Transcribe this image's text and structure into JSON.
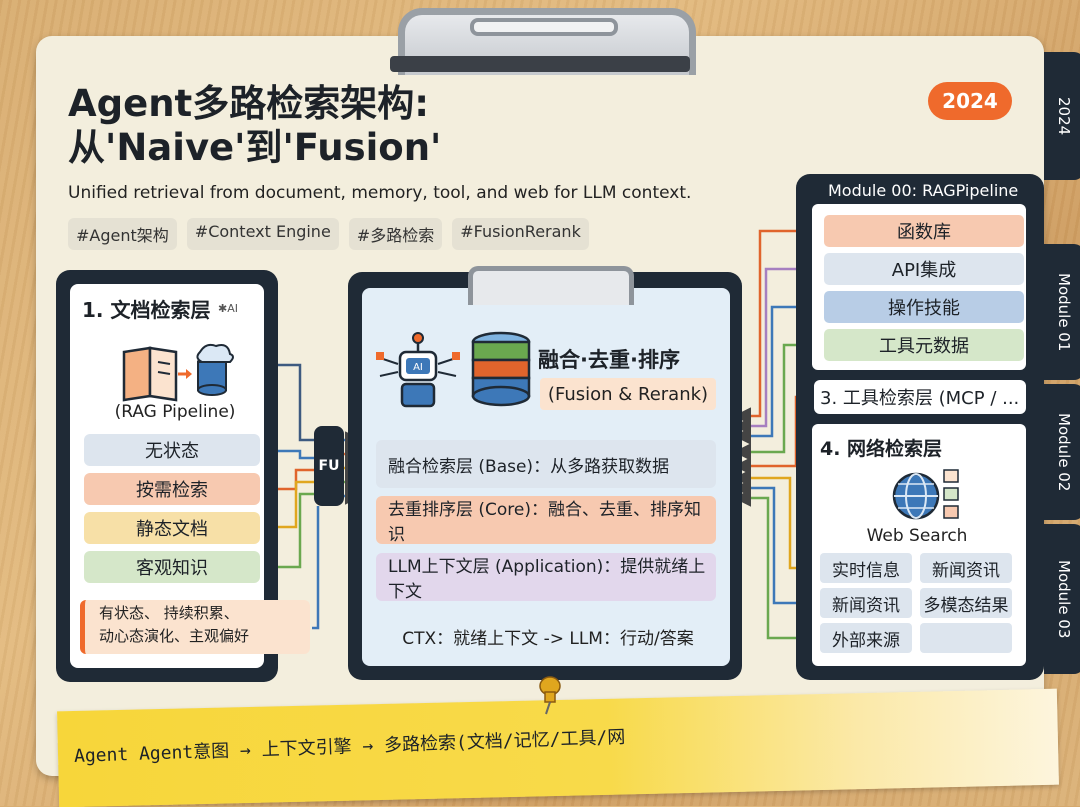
{
  "header": {
    "title_line1": "Agent多路检索架构:",
    "title_line2": "从'Naive'到'Fusion'",
    "year": "2024",
    "subtitle": "Unified retrieval from document, memory, tool, and web for LLM context.",
    "tags": [
      "#Agent架构",
      "#Context Engine",
      "#多路检索",
      "#FusionRerank"
    ]
  },
  "side_tabs": [
    "2024",
    "Module 01",
    "Module 02",
    "Module 03"
  ],
  "left": {
    "title": "1. 文档检索层",
    "ai_mark": "✱AI",
    "pipeline_label": "(RAG Pipeline)",
    "items": [
      {
        "label": "无状态",
        "color": "#dde5ee"
      },
      {
        "label": "按需检索",
        "color": "#f7c9b0"
      },
      {
        "label": "静态文档",
        "color": "#f7e0a7"
      },
      {
        "label": "客观知识",
        "color": "#d5e7c9"
      }
    ],
    "note_line1": "有状态、     持续积累、",
    "note_line2": "动心态演化、主观偏好"
  },
  "fu_label": "FU",
  "center": {
    "title": "融合·去重·排序",
    "subtitle": "(Fusion & Rerank)",
    "ai_chip": "AI",
    "layers": [
      {
        "label": "融合检索层 (Base)：从多路获取数据",
        "color": "#dde5ee"
      },
      {
        "label": "去重排序层 (Core)：融合、去重、排序知识",
        "color": "#f7c9b0"
      },
      {
        "label": "LLM上下文层 (Application)：提供就绪上下文",
        "color": "#e2d7ec"
      }
    ],
    "ctx": "CTX：就绪上下文 -> LLM：行动/答案"
  },
  "right": {
    "module_label": "Module 00: RAGPipeline",
    "tool_items": [
      {
        "label": "函数库",
        "color": "#f7c9b0"
      },
      {
        "label": "API集成",
        "color": "#dde5ee"
      },
      {
        "label": "操作技能",
        "color": "#b8cde6"
      },
      {
        "label": "工具元数据",
        "color": "#d5e7c9"
      }
    ],
    "section3": "3. 工具检索层 (MCP / ...",
    "section4": "4. 网络检索层",
    "web_label": "Web Search",
    "grid": [
      "实时信息",
      "新闻资讯",
      "新闻资讯",
      "多模态结果",
      "外部来源",
      ""
    ]
  },
  "footer": {
    "text": "Agent Agent意图 → 上下文引擎 → 多路检索(文档/记忆/工具/网"
  },
  "colors": {
    "dark": "#1f2a36",
    "accent": "#ef6a2c",
    "board": "#f3eedd",
    "sticky": "#f7d63a"
  }
}
